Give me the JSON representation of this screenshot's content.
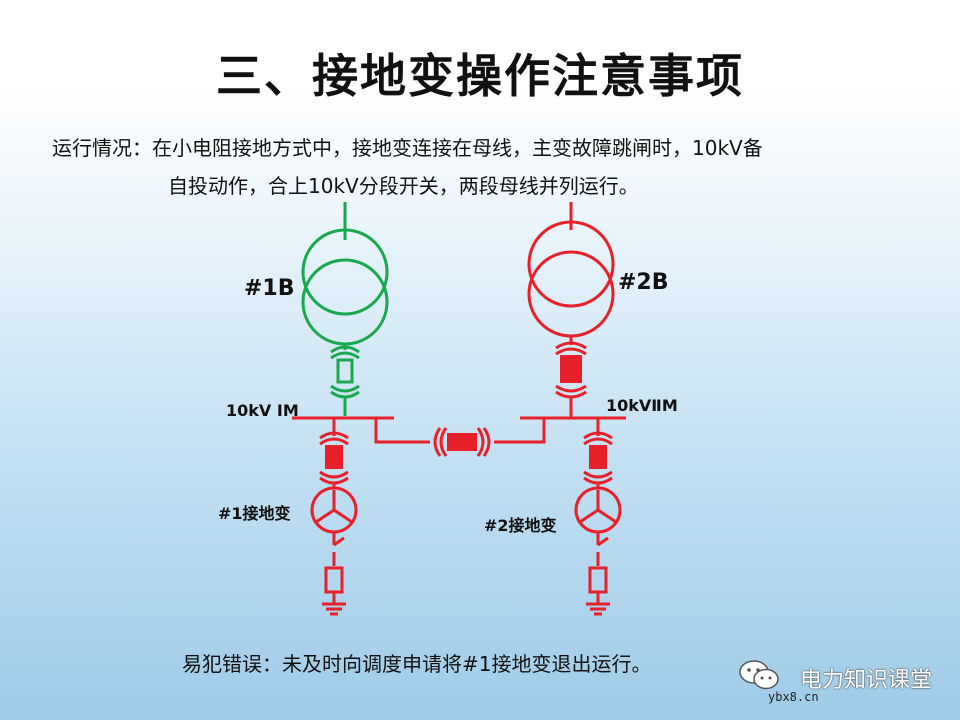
{
  "title": "三、接地变操作注意事项",
  "description": {
    "line1": "运行情况：在小电阻接地方式中，接地变连接在母线，主变故障跳闸时，10kV备",
    "line2": "自投动作，合上10kV分段开关，两段母线并列运行。"
  },
  "diagram": {
    "transformer1": {
      "label": "#1B",
      "color": "#1aa84f"
    },
    "transformer2": {
      "label": "#2B",
      "color": "#e8202a"
    },
    "bus1": {
      "label": "10kV ⅠM"
    },
    "bus2": {
      "label": "10kVⅡM"
    },
    "grounding1": {
      "label": "#1接地变"
    },
    "grounding2": {
      "label": "#2接地变"
    },
    "energized_color": "#e8202a",
    "deenergized_color": "#1aa84f"
  },
  "note": "易犯错误：未及时向调度申请将#1接地变退出运行。",
  "watermark": {
    "brand": "电力知识课堂",
    "url": "ybx8.cn"
  }
}
